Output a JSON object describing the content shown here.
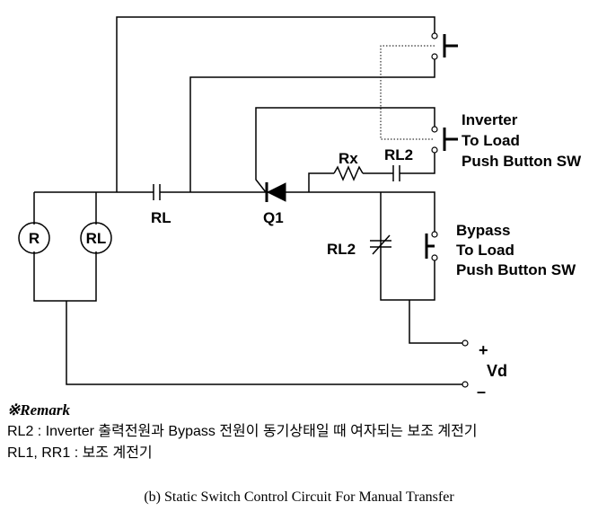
{
  "diagram": {
    "labels": {
      "relay_r": "R",
      "relay_rl": "RL",
      "contact_rl": "RL",
      "thyristor": "Q1",
      "resistor": "Rx",
      "contact_rl2_series": "RL2",
      "contact_rl2_parallel": "RL2",
      "inverter_sw_line1": "Inverter",
      "inverter_sw_line2": "To Load",
      "inverter_sw_line3": "Push Button SW",
      "bypass_sw_line1": "Bypass",
      "bypass_sw_line2": "To Load",
      "bypass_sw_line3": "Push Button SW",
      "plus": "+",
      "vd": "Vd",
      "minus": "–"
    },
    "icons": {
      "relay_coil": "circle-coil-icon",
      "contact": "capacitor-contact-icon",
      "thyristor": "scr-icon",
      "resistor": "zigzag-resistor-icon",
      "push_button": "push-button-icon"
    }
  },
  "remark": {
    "title": "※Remark",
    "line1": "RL2 : Inverter 출력전원과 Bypass 전원이 동기상태일 때 여자되는 보조 계전기",
    "line2": "RL1, RR1 :  보조 계전기"
  },
  "caption": "(b) Static Switch Control Circuit For Manual Transfer"
}
